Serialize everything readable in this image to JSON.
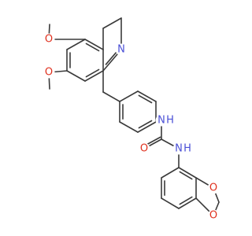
{
  "atom_labels": {
    "o_methoxy_top": "O",
    "o_methoxy_bottom": "O",
    "n_ring": "N",
    "nh_left": "N",
    "h_left": "H",
    "o_carbonyl": "O",
    "nh_right": "N",
    "h_right": "H",
    "o_dioxole_top": "O",
    "o_dioxole_bottom": "O"
  },
  "colors": {
    "bond": "#3a3a3a",
    "carbon_text": "#4a4a4a",
    "nitrogen": "#4a4fd6",
    "oxygen": "#e0301e",
    "background": "#ffffff"
  }
}
